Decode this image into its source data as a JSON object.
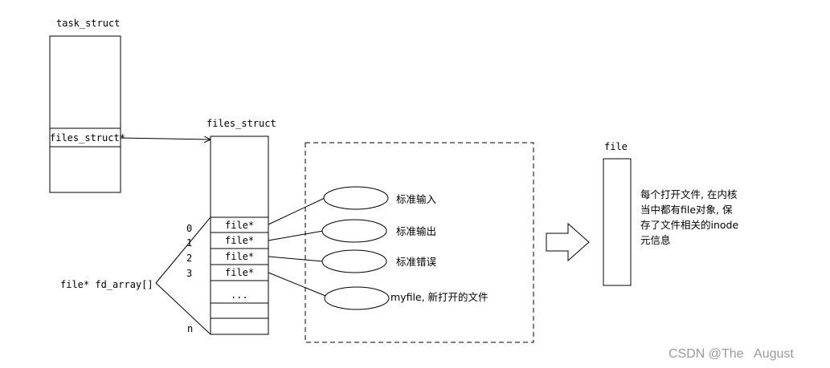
{
  "task_struct": {
    "title": "task_struct",
    "field": "files_struct*"
  },
  "files_struct": {
    "title": "files_struct",
    "indices": [
      "0",
      "1",
      "2",
      "3"
    ],
    "last_index": "n",
    "cells": [
      "file*",
      "file*",
      "file*",
      "file*"
    ],
    "ellipsis": "...",
    "fd_array_label": "file* fd_array[]"
  },
  "targets": [
    {
      "label": "标准输入"
    },
    {
      "label": "标准输出"
    },
    {
      "label": "标准错误"
    },
    {
      "label": "myfile, 新打开的文件"
    }
  ],
  "file": {
    "title": "file",
    "description": [
      "每个打开文件, 在内核",
      "当中都有file对象, 保",
      "存了文件相关的inode",
      "元信息"
    ]
  },
  "watermark": "CSDN @The   August"
}
